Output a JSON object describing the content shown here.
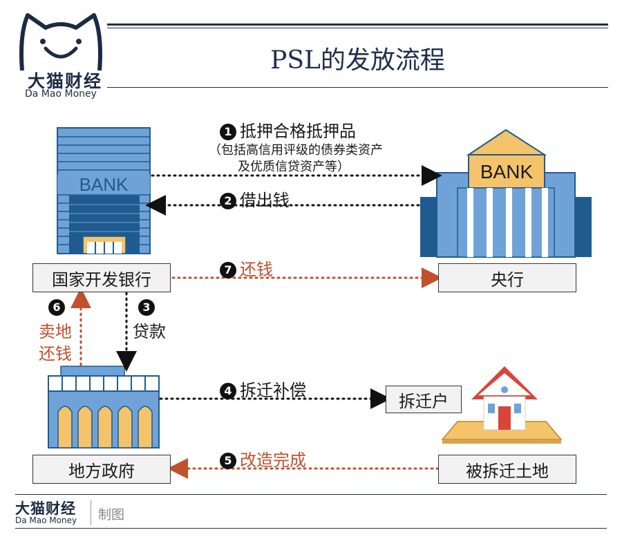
{
  "header": {
    "logo_cn": "大猫财经",
    "logo_en": "Da Mao Money",
    "title": "PSL的发放流程"
  },
  "nodes": {
    "cdb": "国家开发银行",
    "central_bank": "央行",
    "local_gov": "地方政府",
    "relocated": "拆迁户",
    "land": "被拆迁土地"
  },
  "buildings": {
    "cdb_sign": "BANK",
    "central_sign": "BANK"
  },
  "steps": {
    "s1": {
      "num": "1",
      "label": "抵押合格抵押品",
      "note_line1": "（包括高信用评级的债券类资产",
      "note_line2": "及优质信贷资产等）"
    },
    "s2": {
      "num": "2",
      "label": "借出钱"
    },
    "s3": {
      "num": "3",
      "label": "贷款"
    },
    "s4": {
      "num": "4",
      "label": "拆迁补偿"
    },
    "s5": {
      "num": "5",
      "label": "改造完成"
    },
    "s6": {
      "num": "6",
      "label_line1": "卖地",
      "label_line2": "还钱"
    },
    "s7": {
      "num": "7",
      "label": "还钱"
    }
  },
  "footer": {
    "logo_cn": "大猫财经",
    "logo_en": "Da Mao Money",
    "tag": "制图"
  },
  "colors": {
    "navy": "#1f2d4f",
    "blue_light": "#6fa3d8",
    "blue_dark": "#1f5b8e",
    "gold": "#f4c36a",
    "red_arrow": "#c0502e",
    "house_red": "#d6463b"
  }
}
